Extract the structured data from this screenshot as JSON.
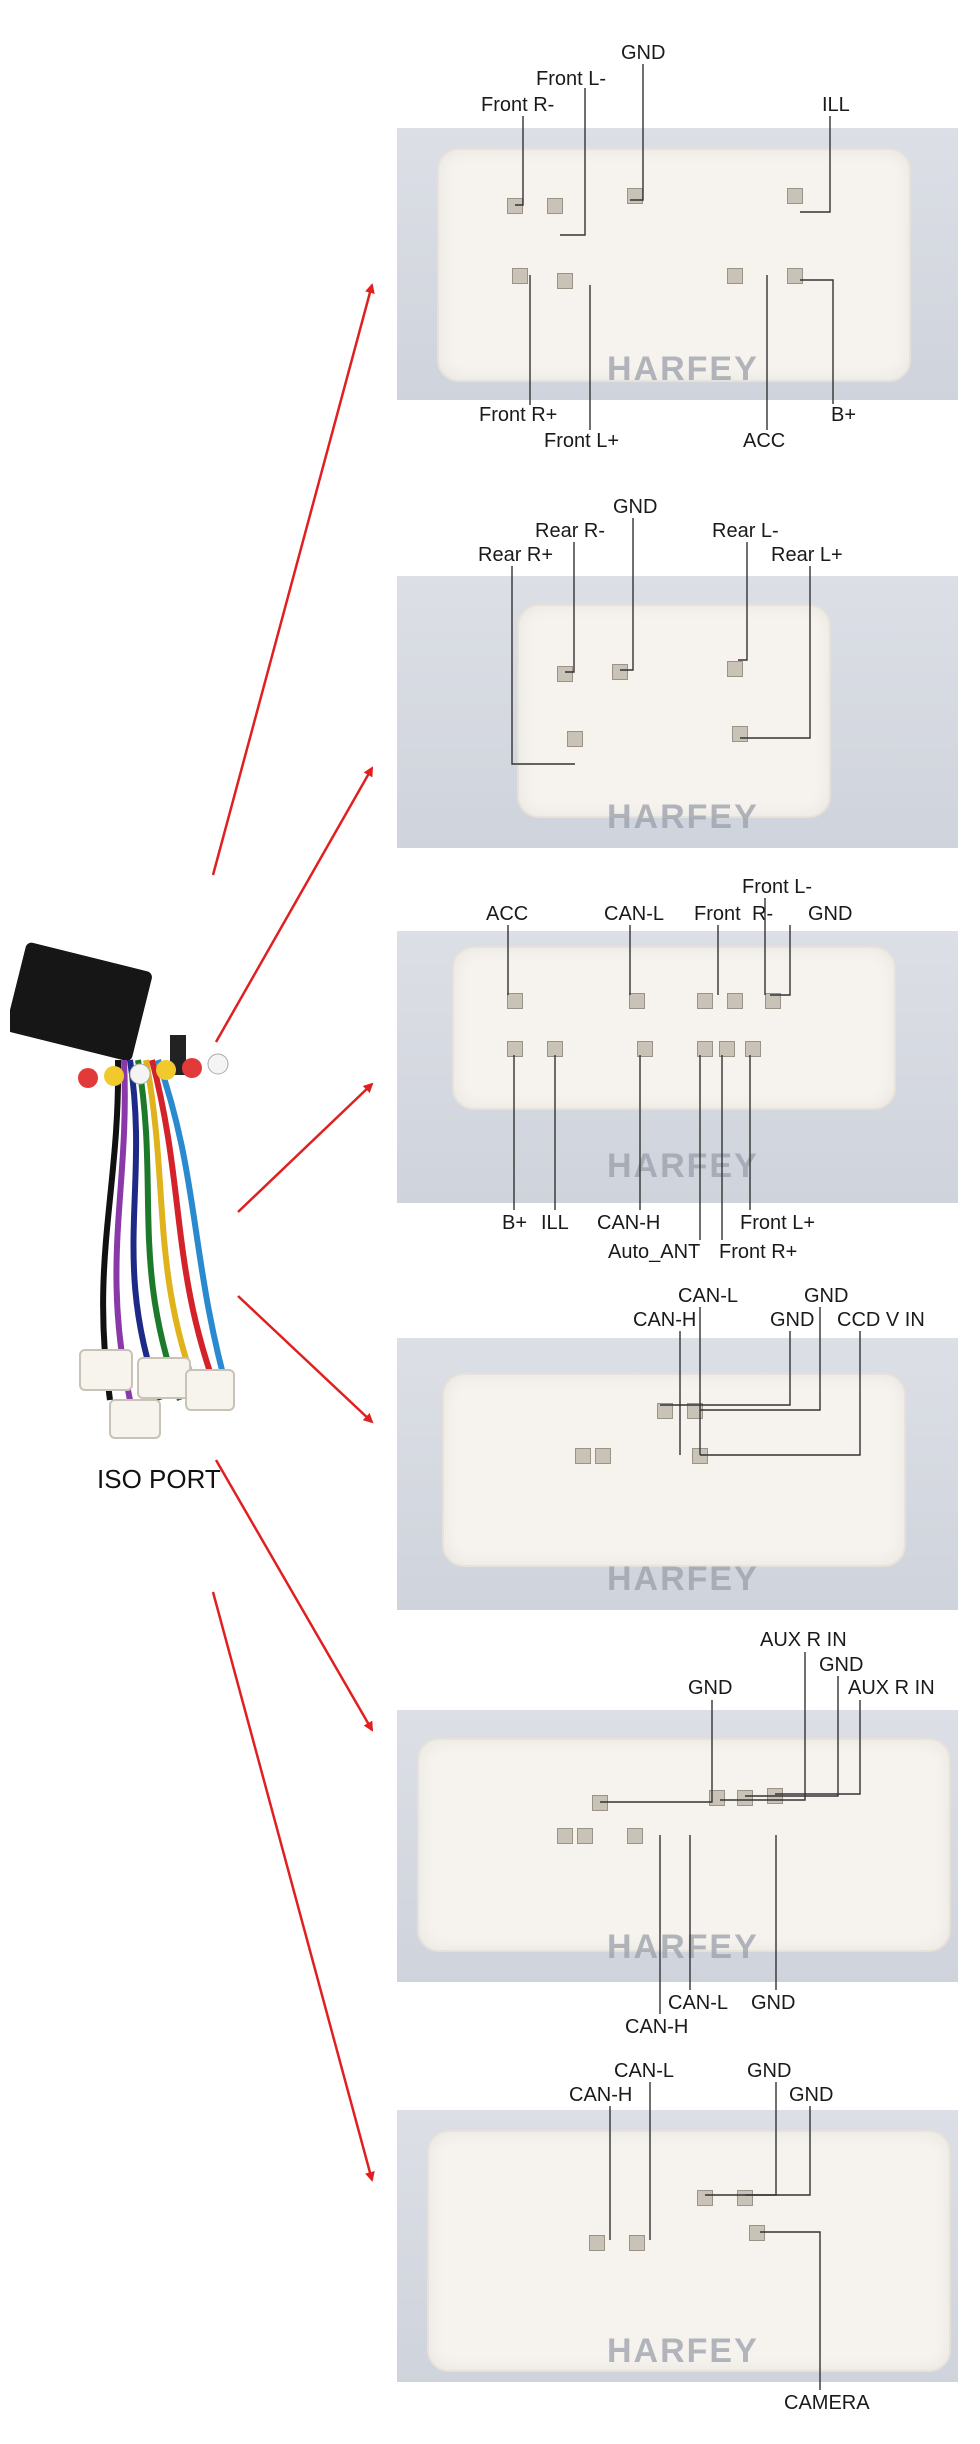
{
  "caption": "ISO PORT",
  "watermark": "HARFEY",
  "panels": [
    {
      "id": "p1",
      "labels": [
        "GND",
        "Front L-",
        "Front R-",
        "ILL",
        "Front R+",
        "Front L+",
        "ACC",
        "B+"
      ]
    },
    {
      "id": "p2",
      "labels": [
        "GND",
        "Rear R-",
        "Rear R+",
        "Rear L-",
        "Rear L+"
      ]
    },
    {
      "id": "p3",
      "labels": [
        "ACC",
        "CAN-L",
        "Front L-",
        "Front",
        "R-",
        "GND",
        "B+",
        "ILL",
        "CAN-H",
        "Auto_ANT",
        "Front L+",
        "Front R+"
      ]
    },
    {
      "id": "p4",
      "labels": [
        "CAN-L",
        "CAN-H",
        "GND",
        "GND",
        "CCD V IN"
      ]
    },
    {
      "id": "p5",
      "labels": [
        "AUX R IN",
        "GND",
        "GND",
        "AUX R IN",
        "CAN-L",
        "GND",
        "CAN-H"
      ]
    },
    {
      "id": "p6",
      "labels": [
        "CAN-L",
        "CAN-H",
        "GND",
        "GND",
        "CAMERA"
      ]
    }
  ],
  "colors": {
    "arrow": "#e02020",
    "leader": "#333333"
  }
}
